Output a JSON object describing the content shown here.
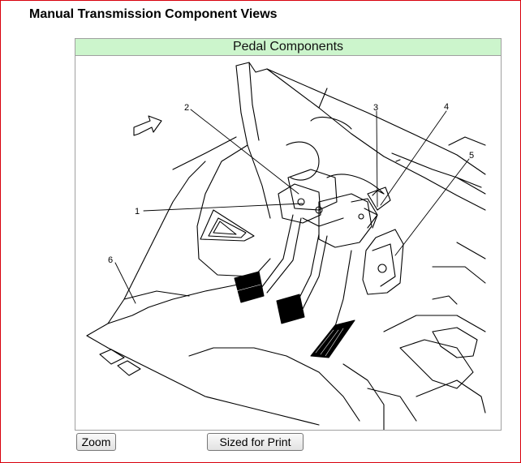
{
  "page": {
    "title": "Manual Transmission Component Views"
  },
  "panel": {
    "header": "Pedal Components"
  },
  "diagram": {
    "callouts": [
      "1",
      "2",
      "3",
      "4",
      "5",
      "6"
    ]
  },
  "buttons": {
    "zoom": "Zoom",
    "sized_for_print": "Sized for Print"
  }
}
